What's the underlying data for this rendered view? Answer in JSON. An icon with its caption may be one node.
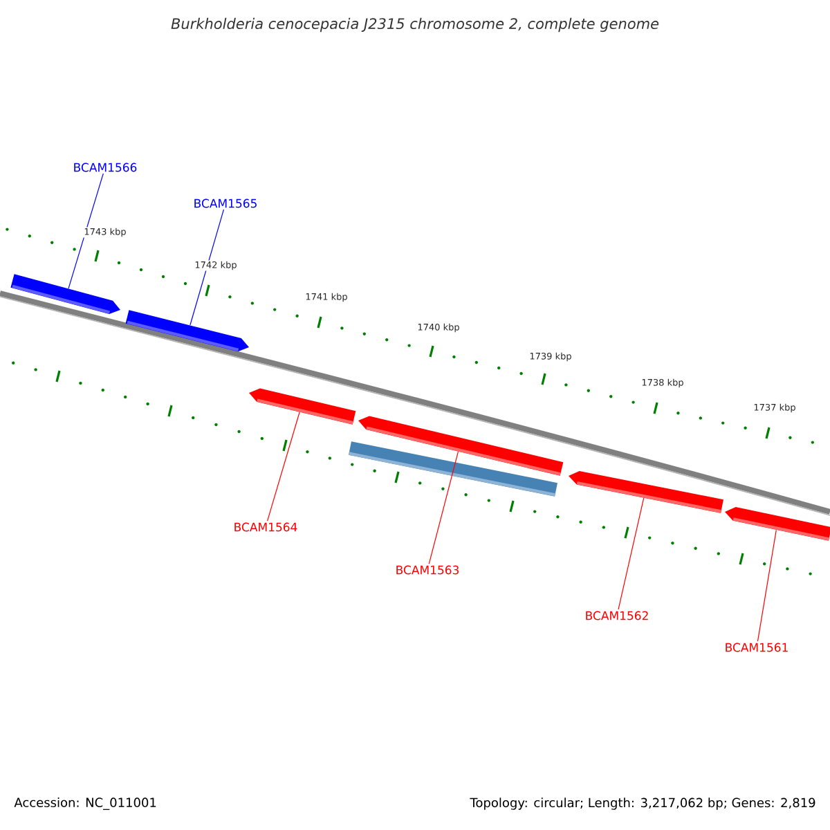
{
  "diagram": {
    "title": "Burkholderia cenocepacia J2315 chromosome 2, complete genome",
    "nodes": [
      {
        "text": [
          "BCAM1566"
        ]
      },
      {
        "text": [
          "BCAM1565"
        ]
      },
      {
        "text": [
          "BCAM1564"
        ]
      },
      {
        "text": [
          "BCAM1563"
        ]
      },
      {
        "text": [
          "BCAM1562"
        ]
      },
      {
        "text": [
          "BCAM1561"
        ]
      },
      {
        "text": [],
        "shape": "arrow"
      },
      {
        "text": [],
        "shape": "arrow"
      },
      {
        "text": [],
        "shape": "arrow"
      },
      {
        "text": [],
        "shape": "bar"
      },
      {
        "text": [],
        "shape": "arrow"
      },
      {
        "text": [],
        "shape": "arrow"
      },
      {
        "text": [],
        "shape": "arrow"
      }
    ],
    "edges": [
      {
        "from": 0,
        "to": 6,
        "arrow": "none",
        "color": "#0000ff"
      },
      {
        "from": 1,
        "to": 7,
        "arrow": "none",
        "color": "#0000ff"
      },
      {
        "from": 2,
        "to": 8,
        "arrow": "none"
      },
      {
        "from": 3,
        "to": 10,
        "arrow": "none"
      },
      {
        "from": 4,
        "to": 11,
        "arrow": "none"
      },
      {
        "from": 5,
        "to": 12,
        "arrow": "none"
      }
    ],
    "labels": [
      "1743 kbp",
      "1742 kbp",
      "1741 kbp",
      "1740 kbp",
      "1739 kbp",
      "1738 kbp",
      "1737 kbp",
      "Accession: NC_011001",
      "Topology: circular; Length: 3,217,062 bp; Genes: 2,819"
    ]
  }
}
